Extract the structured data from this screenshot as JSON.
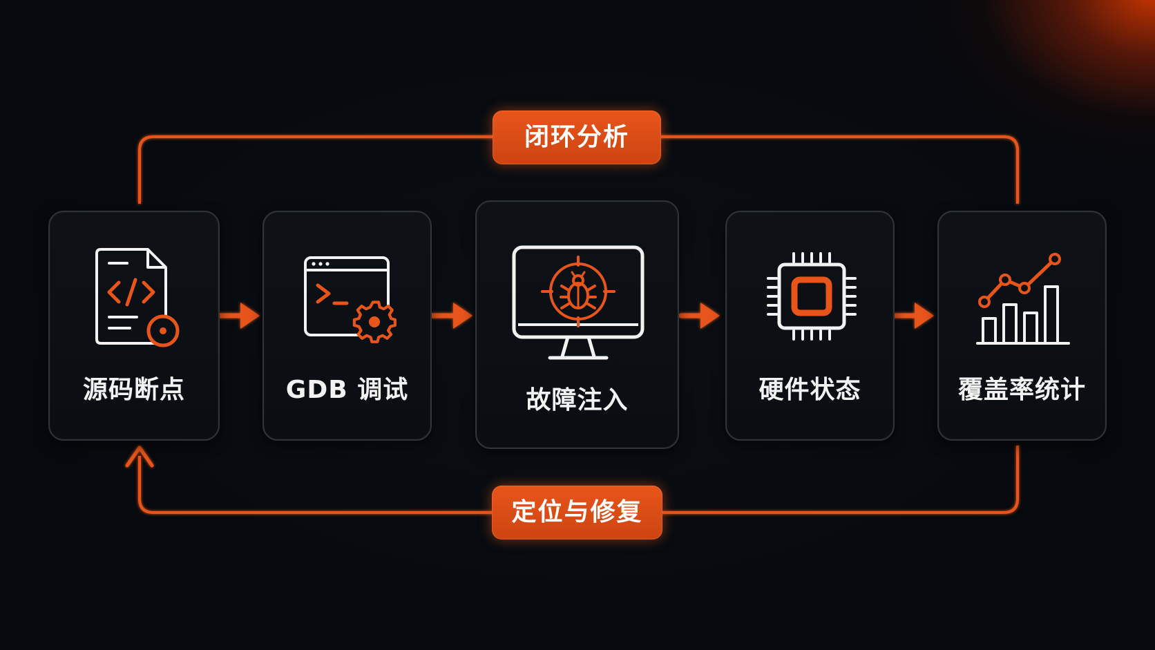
{
  "diagram": {
    "colors": {
      "accent": "#e8551b",
      "card_border": "#2f3439",
      "icon_stroke": "#f2f2f2",
      "background": "#06090d"
    },
    "top_loop": {
      "label": "闭环分析"
    },
    "bottom_loop": {
      "label": "定位与修复"
    },
    "steps": [
      {
        "label": "源码断点",
        "icon": "source-file-breakpoint-icon"
      },
      {
        "label": "GDB 调试",
        "icon": "terminal-gear-icon"
      },
      {
        "label": "故障注入",
        "icon": "monitor-bug-target-icon"
      },
      {
        "label": "硬件状态",
        "icon": "chip-icon"
      },
      {
        "label": "覆盖率统计",
        "icon": "bar-chart-trend-icon"
      }
    ]
  }
}
